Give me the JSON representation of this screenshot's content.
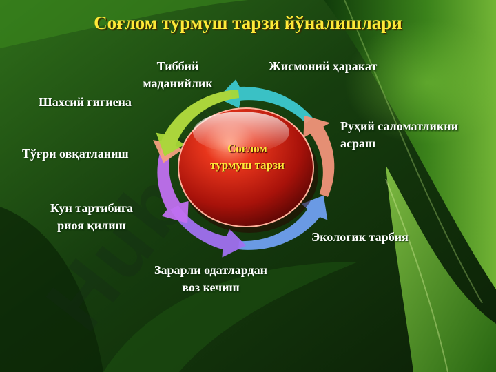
{
  "title": "Соғлом турмуш тарзи йўналишлари",
  "center": [
    "Соғлом",
    "турмуш тарзи"
  ],
  "watermark": "Hub24",
  "labels": {
    "tibbiy": [
      "Тиббий",
      "маданийлик"
    ],
    "jismoniy": [
      "Жисмоний ҳаракат"
    ],
    "shaxsiy": [
      "Шахсий гигиена"
    ],
    "ruhiy": [
      "Руҳий саломатликни",
      "асраш"
    ],
    "tugri": [
      "Тўғри овқатланиш"
    ],
    "kun": [
      "Кун тартибига",
      "риоя қилиш"
    ],
    "ekologik": [
      "Экологик тарбия"
    ],
    "zararli": [
      "Зарарли одатлардан",
      "воз кечиш"
    ]
  },
  "colors": {
    "title": "#ffe838",
    "label": "#ffffff",
    "sphere": "#c0180c",
    "arrows": [
      "#3cc8d0",
      "#f0947a",
      "#6fa0f0",
      "#a070f0",
      "#c070f0",
      "#f4a080",
      "#a8d838"
    ]
  }
}
